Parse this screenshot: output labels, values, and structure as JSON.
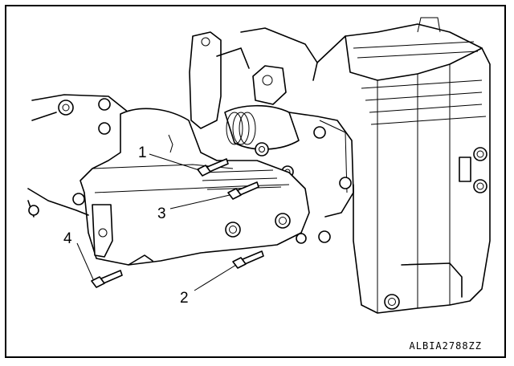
{
  "figure": {
    "callouts": [
      {
        "id": "1",
        "label": "1"
      },
      {
        "id": "2",
        "label": "2"
      },
      {
        "id": "3",
        "label": "3"
      },
      {
        "id": "4",
        "label": "4"
      }
    ],
    "reference_code": "ALBIA2788ZZ"
  }
}
